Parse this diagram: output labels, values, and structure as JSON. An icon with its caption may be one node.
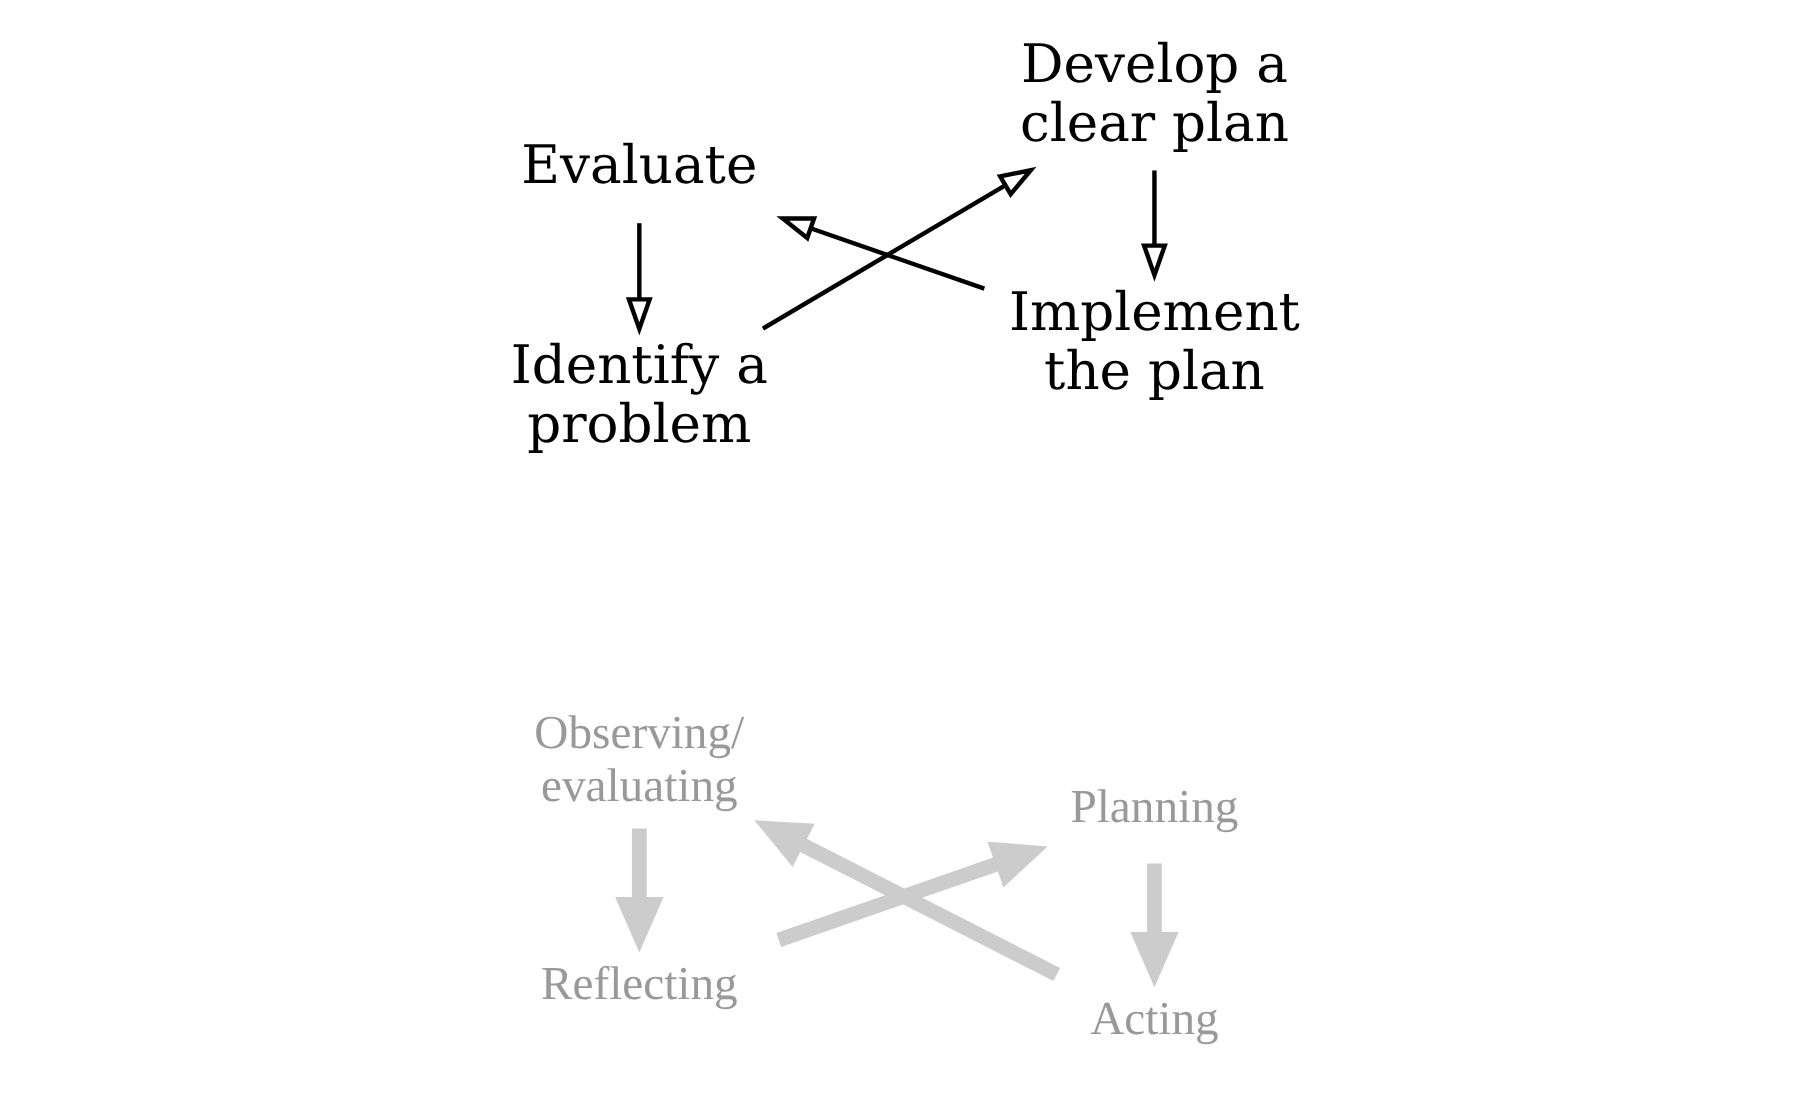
{
  "diagram": {
    "nodes": [
      {
        "text": [
          "Reflecting"
        ]
      },
      {
        "text": [
          "Identify a problem"
        ]
      },
      {
        "text": [
          "Develop a clear plan"
        ]
      },
      {
        "text": [
          "Planning"
        ]
      },
      {
        "text": [
          "Observing/ evaluating"
        ]
      },
      {
        "text": [
          "Evaluate"
        ]
      },
      {
        "text": [
          "Implement the plan"
        ]
      },
      {
        "text": [
          "Acting"
        ]
      }
    ],
    "edges": [
      {
        "from": 1,
        "to": 2,
        "arrow": "to"
      },
      {
        "from": 2,
        "to": 6,
        "arrow": "to"
      },
      {
        "from": 6,
        "to": 5,
        "arrow": "to"
      },
      {
        "from": 5,
        "to": 1,
        "arrow": "to"
      },
      {
        "from": 0,
        "to": 3,
        "arrow": "to",
        "style": "thick",
        "color": "#cccccc"
      },
      {
        "from": 3,
        "to": 7,
        "arrow": "to",
        "style": "thick",
        "color": "#cccccc"
      },
      {
        "from": 7,
        "to": 4,
        "arrow": "to",
        "style": "thick",
        "color": "#cccccc"
      },
      {
        "from": 4,
        "to": 0,
        "arrow": "to",
        "style": "thick",
        "color": "#cccccc"
      }
    ]
  }
}
